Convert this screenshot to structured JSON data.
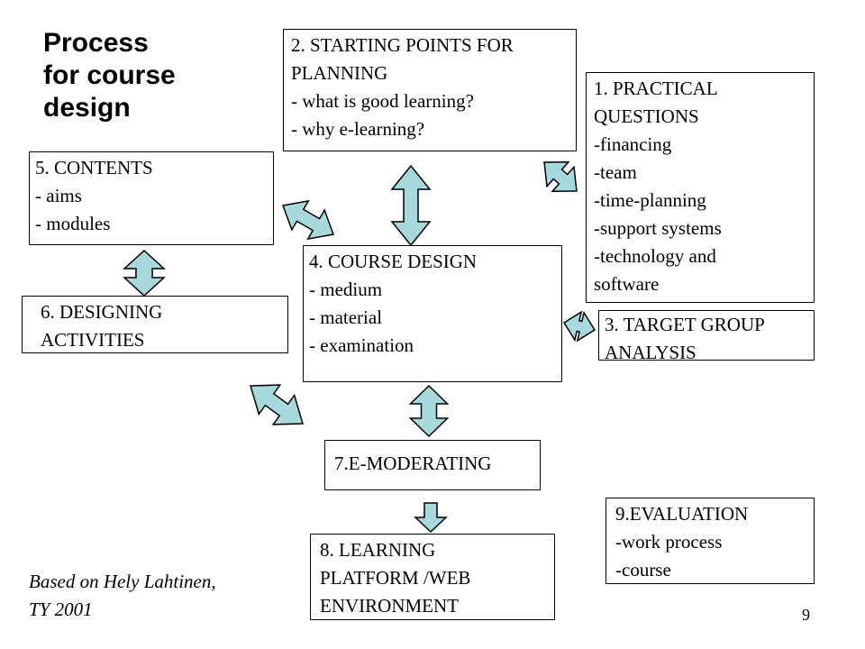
{
  "title": [
    "Process",
    "for course",
    "design"
  ],
  "boxes": {
    "starting_points": [
      "2. STARTING POINTS FOR",
      "PLANNING",
      "- what is good learning?",
      "- why e-learning?"
    ],
    "practical": [
      "1. PRACTICAL",
      "QUESTIONS",
      "-financing",
      "-team",
      "-time-planning",
      "-support systems",
      "-technology and",
      "software"
    ],
    "contents": [
      "5. CONTENTS",
      "- aims",
      "- modules"
    ],
    "course_design": [
      "4. COURSE DESIGN",
      "- medium",
      "- material",
      "- examination"
    ],
    "designing": [
      "6. DESIGNING",
      "ACTIVITIES"
    ],
    "target_group": [
      "3. TARGET GROUP",
      "ANALYSIS"
    ],
    "moderating": [
      "7.E-MODERATING"
    ],
    "evaluation": [
      "9.EVALUATION",
      "-work process",
      "-course"
    ],
    "platform": [
      "8. LEARNING",
      "PLATFORM /WEB",
      "ENVIRONMENT"
    ]
  },
  "credit": [
    "Based on Hely Lahtinen,",
    "TY 2001"
  ],
  "page_number": "9",
  "colors": {
    "arrow_fill": "#a6d8dc",
    "border": "#000000",
    "background": "#ffffff"
  }
}
